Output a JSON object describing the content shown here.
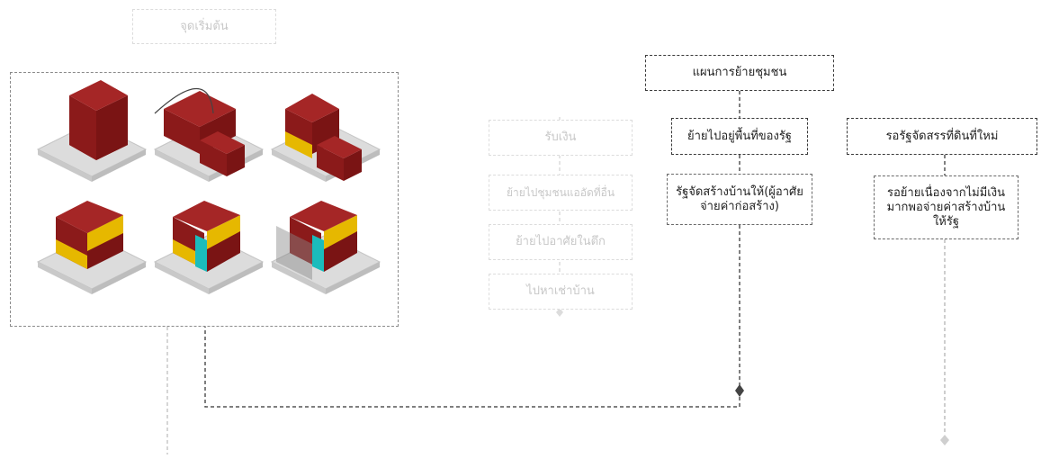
{
  "start_label": "จุดเริ่มต้น",
  "left_column": [
    "รับเงิน",
    "ย้ายไปชุมชนแออัดที่อื่น",
    "ย้ายไปอาศัยในตึก",
    "ไปหาเช่าบ้าน"
  ],
  "plan_title": "แผนการย้ายชุมชน",
  "middle": {
    "top": "ย้ายไปอยู่พื้นที่ของรัฐ",
    "bottom": "รัฐจัดสร้างบ้านให้(ผู้อาศัยจ่ายค่าก่อสร้าง)"
  },
  "right": {
    "top": "รอรัฐจัดสรรที่ดินที่ใหม่",
    "bottom": "รอย้ายเนื่องจากไม่มีเงินมากพอจ่ายค่าสร้างบ้านให้รัฐ"
  },
  "colors": {
    "red": "#8b1a1a",
    "yellow": "#e6b800",
    "cyan": "#1bbcbc",
    "grey_base": "#d9d9d9"
  },
  "illustration": {
    "type": "isometric-housing-blocks",
    "count": 6
  }
}
